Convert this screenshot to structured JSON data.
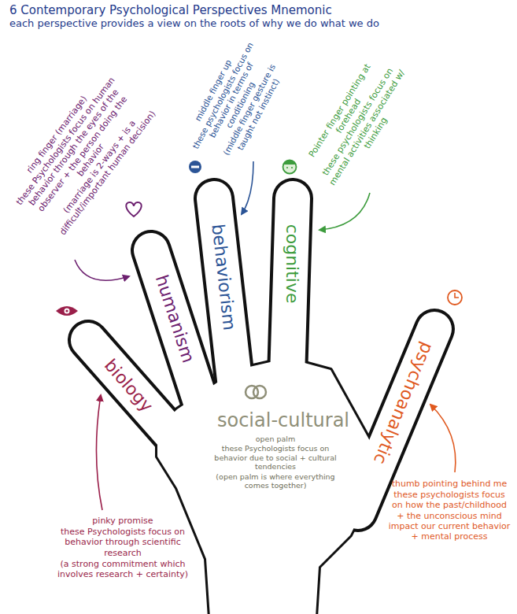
{
  "diagram": {
    "title": "6 Contemporary Psychological Perspectives Mnemonic",
    "nodes": [
      {
        "text": [
          "biology",
          "humanism",
          "behaviorism",
          "cognitive",
          "psychoanalytic",
          "social-cultural",
          "open palm",
          "these Psychologists focus on behavior due to social + cultural tendencies",
          "(open palm is where everything comes together)"
        ]
      }
    ],
    "labels": [
      "each perspective provides a view on the roots of why we do what we do",
      "ring finger (marriage)",
      "these Psychologists focus on human behavior through the eyes of the observer + the person doing the behavior",
      "(marriage is 2-ways + is a difficult/important human decision)",
      "middle finger up",
      "these psychologists focus on behavior in terms of conditioning",
      "(middle finger gesture is taught not instinct)",
      "Pointer finger pointing at forehead",
      "these psychologists focus on mental activities associated w/ thinking",
      "pinky promise",
      "these Psychologists focus on behavior through scientific research",
      "(a strong commitment which involves research + certainty)",
      "thumb pointing behind me",
      "these psychologists focus on how the past/childhood + the unconscious mind impact our current behavior + mental process"
    ]
  }
}
